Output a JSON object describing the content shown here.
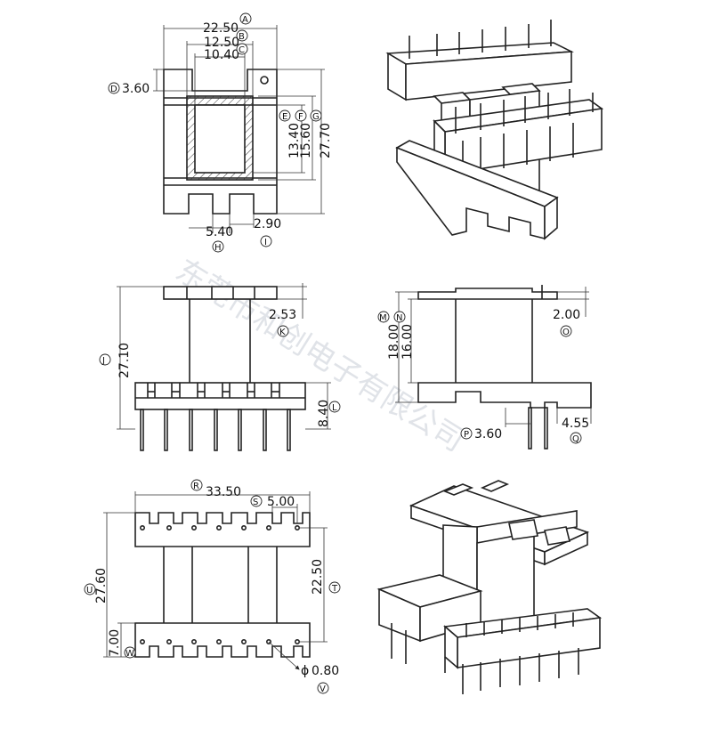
{
  "watermark": "东莞市和创电子有限公司",
  "top_view": {
    "dims": [
      {
        "id": "A",
        "value": "22.50"
      },
      {
        "id": "B",
        "value": "12.50"
      },
      {
        "id": "C",
        "value": "10.40"
      },
      {
        "id": "D",
        "value": "3.60"
      },
      {
        "id": "E",
        "value": "13.40"
      },
      {
        "id": "F",
        "value": "15.60"
      },
      {
        "id": "G",
        "value": "27.70"
      },
      {
        "id": "H",
        "value": "5.40"
      },
      {
        "id": "I",
        "value": "2.90"
      }
    ]
  },
  "front_view": {
    "dims": [
      {
        "id": "J",
        "value": "27.10"
      },
      {
        "id": "K",
        "value": "2.53"
      },
      {
        "id": "L",
        "value": "8.40"
      }
    ]
  },
  "side_view": {
    "dims": [
      {
        "id": "M",
        "value": "18.00"
      },
      {
        "id": "N",
        "value": "16.00"
      },
      {
        "id": "O",
        "value": "2.00"
      },
      {
        "id": "P",
        "value": "3.60"
      },
      {
        "id": "Q",
        "value": "4.55"
      }
    ]
  },
  "bottom_view": {
    "dims": [
      {
        "id": "R",
        "value": "33.50"
      },
      {
        "id": "S",
        "value": "5.00"
      },
      {
        "id": "T",
        "value": "22.50"
      },
      {
        "id": "U",
        "value": "27.60"
      },
      {
        "id": "V",
        "value": "0.80"
      },
      {
        "id": "W",
        "value": "7.00"
      }
    ],
    "phi_symbol": "ϕ"
  }
}
